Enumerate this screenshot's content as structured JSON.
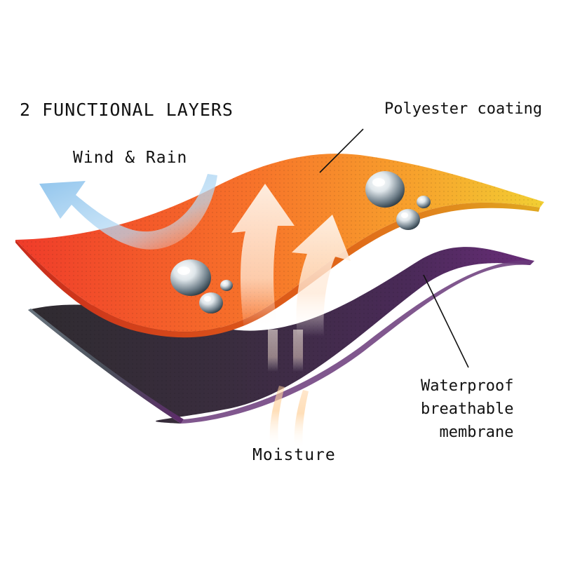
{
  "title": "2 FUNCTIONAL LAYERS",
  "labels": {
    "wind_rain": "Wind & Rain",
    "polyester": "Polyester coating",
    "membrane_line1": "Waterproof",
    "membrane_line2": "breathable",
    "membrane_line3": "membrane",
    "moisture": "Moisture"
  },
  "colors": {
    "outer_layer_left": "#f0442a",
    "outer_layer_mid": "#f78a2a",
    "outer_layer_right": "#f2c531",
    "inner_layer_left": "#3b3338",
    "inner_layer_right": "#5e2a6e",
    "wind_arrow": "#a9d3f2",
    "vapor_arrow": "#fde9d6"
  },
  "icons": [
    "wind-arrow-icon",
    "vapor-arrow-icon",
    "water-droplet-icon"
  ]
}
